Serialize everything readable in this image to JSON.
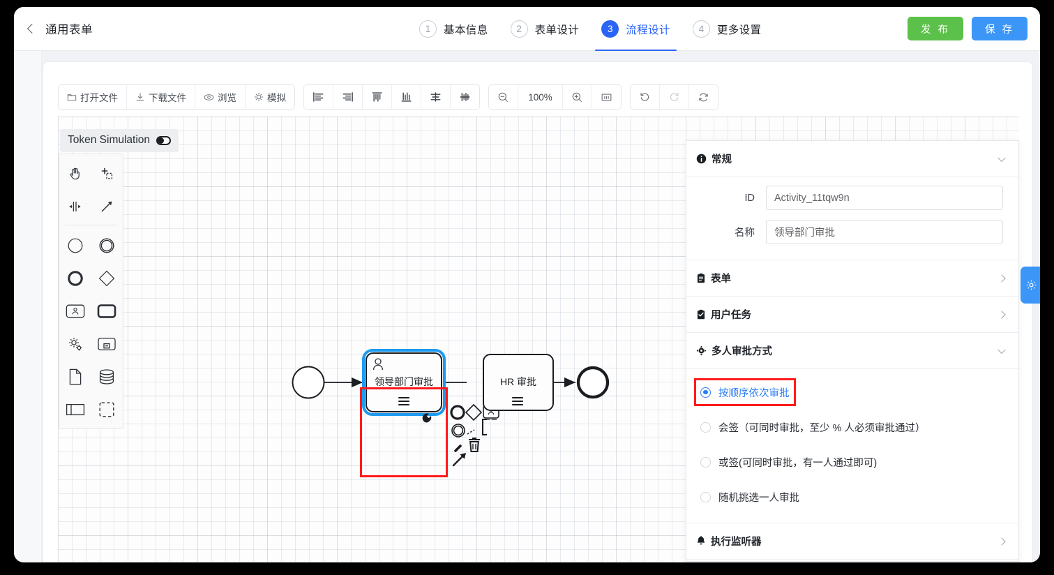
{
  "header": {
    "back_icon": "chevron-left-icon",
    "title": "通用表单",
    "steps": [
      {
        "num": "1",
        "label": "基本信息",
        "active": false
      },
      {
        "num": "2",
        "label": "表单设计",
        "active": false
      },
      {
        "num": "3",
        "label": "流程设计",
        "active": true
      },
      {
        "num": "4",
        "label": "更多设置",
        "active": false
      }
    ],
    "publish_label": "发 布",
    "save_label": "保 存",
    "accent_blue": "#2b64f5",
    "publish_green": "#5cc14a",
    "save_blue": "#3b96f8"
  },
  "toolbar": {
    "file_group": [
      {
        "icon": "open-folder-icon",
        "label": "打开文件"
      },
      {
        "icon": "download-icon",
        "label": "下载文件"
      },
      {
        "icon": "eye-icon",
        "label": "浏览"
      },
      {
        "icon": "simulate-icon",
        "label": "模拟"
      }
    ],
    "align_group": [
      {
        "icon": "align-left-icon"
      },
      {
        "icon": "align-right-icon"
      },
      {
        "icon": "align-top-icon"
      },
      {
        "icon": "align-bottom-icon"
      },
      {
        "icon": "align-center-horizontal-icon"
      },
      {
        "icon": "align-center-vertical-icon"
      }
    ],
    "zoom_group": {
      "zoom_out_icon": "zoom-out-icon",
      "zoom_value": "100%",
      "zoom_in_icon": "zoom-in-icon",
      "fit_icon": "fit-to-viewport-icon"
    },
    "history_group": {
      "undo_icon": "undo-icon",
      "redo_icon": "redo-icon",
      "reset_icon": "reset-icon",
      "redo_disabled": true
    }
  },
  "canvas": {
    "token_simulation": {
      "label": "Token Simulation",
      "toggle_icon": "toggle-switch-icon",
      "enabled": false
    },
    "palette": [
      {
        "icon": "hand-tool-icon",
        "name": "hand-tool"
      },
      {
        "icon": "lasso-tool-icon",
        "name": "lasso-tool"
      },
      {
        "icon": "space-tool-icon",
        "name": "space-tool"
      },
      {
        "icon": "connect-tool-icon",
        "name": "global-connect-tool"
      },
      {
        "icon": "start-event-icon",
        "name": "create-start-event"
      },
      {
        "icon": "intermediate-event-icon",
        "name": "create-intermediate-event"
      },
      {
        "icon": "end-event-icon",
        "name": "create-end-event"
      },
      {
        "icon": "gateway-icon",
        "name": "create-gateway"
      },
      {
        "icon": "user-task-icon",
        "name": "create-user-task"
      },
      {
        "icon": "task-icon",
        "name": "create-task"
      },
      {
        "icon": "service-task-icon",
        "name": "create-service-task"
      },
      {
        "icon": "subprocess-icon",
        "name": "create-subprocess"
      },
      {
        "icon": "data-object-icon",
        "name": "create-data-object"
      },
      {
        "icon": "data-store-icon",
        "name": "create-data-store"
      },
      {
        "icon": "participant-icon",
        "name": "create-participant"
      },
      {
        "icon": "group-icon",
        "name": "create-group"
      }
    ],
    "diagram": {
      "start_event": {
        "name": "start-event"
      },
      "task_1": {
        "label": "领导部门审批",
        "type": "user-task",
        "selected": true
      },
      "task_2": {
        "label": "HR 审批",
        "type": "user-task",
        "selected": false
      },
      "end_event": {
        "name": "end-event"
      },
      "context_pad": [
        {
          "icon": "append-end-event-icon"
        },
        {
          "icon": "append-gateway-icon"
        },
        {
          "icon": "append-task-icon"
        },
        {
          "icon": "append-intermediate-event-icon"
        },
        {
          "icon": "append-text-annotation-icon"
        },
        {
          "icon": "wrench-icon"
        },
        {
          "icon": "trash-icon"
        },
        {
          "icon": "connect-arrow-icon"
        }
      ],
      "highlight_color": "#ff1a1a",
      "selection_color": "#1e9bf0"
    }
  },
  "properties": {
    "sections": [
      {
        "id": "general",
        "icon": "info-icon",
        "title": "常规",
        "expanded": true,
        "fields": [
          {
            "label": "ID",
            "value": "Activity_11tqw9n",
            "placeholder": ""
          },
          {
            "label": "名称",
            "value": "领导部门审批",
            "placeholder": ""
          }
        ]
      },
      {
        "id": "form",
        "icon": "form-icon",
        "title": "表单",
        "expanded": false
      },
      {
        "id": "user-task",
        "icon": "checklist-icon",
        "title": "用户任务",
        "expanded": false
      },
      {
        "id": "multi-approval",
        "icon": "multi-user-icon",
        "title": "多人审批方式",
        "expanded": true,
        "options": [
          {
            "label": "按顺序依次审批",
            "checked": true,
            "highlighted": true
          },
          {
            "label": "会签（可同时审批，至少 % 人必须审批通过）",
            "checked": false,
            "highlighted": false
          },
          {
            "label": "或签(可同时审批，有一人通过即可)",
            "checked": false,
            "highlighted": false
          },
          {
            "label": "随机挑选一人审批",
            "checked": false,
            "highlighted": false
          }
        ]
      },
      {
        "id": "listeners",
        "icon": "bell-icon",
        "title": "执行监听器",
        "expanded": false
      }
    ]
  },
  "gear_tab": {
    "icon": "gear-icon"
  }
}
